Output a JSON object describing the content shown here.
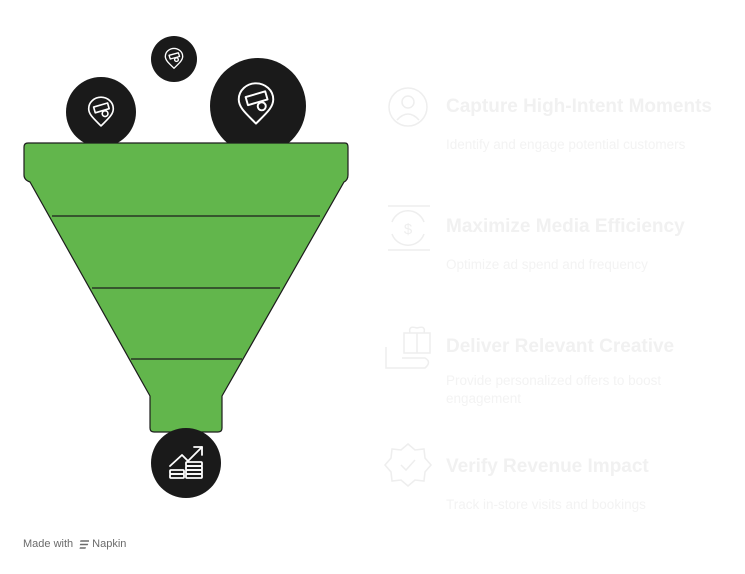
{
  "steps": [
    {
      "title": "Capture High-Intent Moments",
      "description": "Identify and engage potential customers",
      "icon": "user-target-icon"
    },
    {
      "title": "Maximize Media Efficiency",
      "description": "Optimize ad spend and frequency",
      "icon": "dollar-cycle-icon"
    },
    {
      "title": "Deliver Relevant Creative",
      "description": "Provide personalized offers to boost engagement",
      "icon": "gift-hand-icon"
    },
    {
      "title": "Verify Revenue Impact",
      "description": "Track in-store visits and bookings",
      "icon": "verified-badge-icon"
    }
  ],
  "funnel": {
    "fill_color": "#62b64c",
    "stroke_color": "#1c1c1c",
    "input_icons": [
      "map-pin-icon",
      "map-pin-icon",
      "map-pin-icon"
    ],
    "output_icon": "revenue-growth-icon"
  },
  "credit": {
    "prefix": "Made with",
    "brand": "Napkin"
  }
}
